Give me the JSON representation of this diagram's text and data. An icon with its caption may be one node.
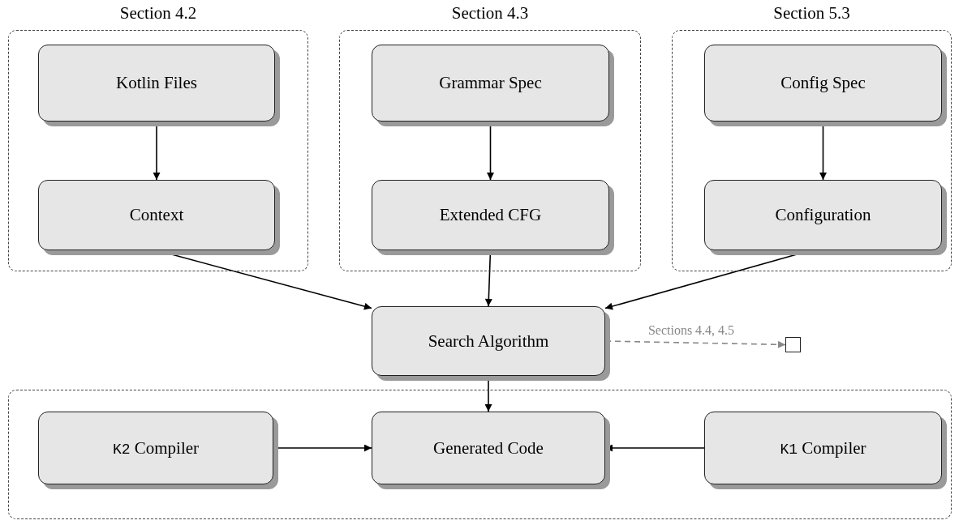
{
  "diagram": {
    "nodes": [
      {
        "text": [
          "Section 4.2"
        ]
      },
      {
        "text": [
          "Kotlin Files"
        ],
        "in": 0
      },
      {
        "text": [
          "Context"
        ],
        "in": 0
      },
      {
        "text": [
          "Section 4.3"
        ]
      },
      {
        "text": [
          "Grammar Spec"
        ],
        "in": 3
      },
      {
        "text": [
          "Extended CFG"
        ],
        "in": 3
      },
      {
        "text": [
          "Section 5.3"
        ]
      },
      {
        "text": [
          "Config Spec"
        ],
        "in": 6
      },
      {
        "text": [
          "Configuration"
        ],
        "in": 6
      },
      {
        "text": [
          "Search Algorithm"
        ]
      },
      {
        "text": [],
        "shape": "box"
      },
      {
        "text": [],
        "shape": "box"
      },
      {
        "text": [
          "K2 Compiler"
        ],
        "in": 11
      },
      {
        "text": [
          "Generated Code"
        ],
        "in": 11
      },
      {
        "text": [
          "K1 Compiler"
        ],
        "in": 11
      }
    ],
    "edges": [
      {
        "from": 1,
        "to": 2,
        "arrow": "to"
      },
      {
        "from": 4,
        "to": 5,
        "arrow": "to"
      },
      {
        "from": 7,
        "to": 8,
        "arrow": "to"
      },
      {
        "from": 2,
        "to": 9,
        "arrow": "to"
      },
      {
        "from": 5,
        "to": 9,
        "arrow": "to"
      },
      {
        "from": 8,
        "to": 9,
        "arrow": "to"
      },
      {
        "from": 9,
        "to": 10,
        "arrow": "to",
        "label": "Sections 4.4, 4.5",
        "style": "dashed",
        "color": "#888888"
      },
      {
        "from": 9,
        "to": 13,
        "arrow": "to"
      },
      {
        "from": 12,
        "to": 13,
        "arrow": "to"
      },
      {
        "from": 14,
        "to": 13,
        "arrow": "to"
      }
    ]
  }
}
